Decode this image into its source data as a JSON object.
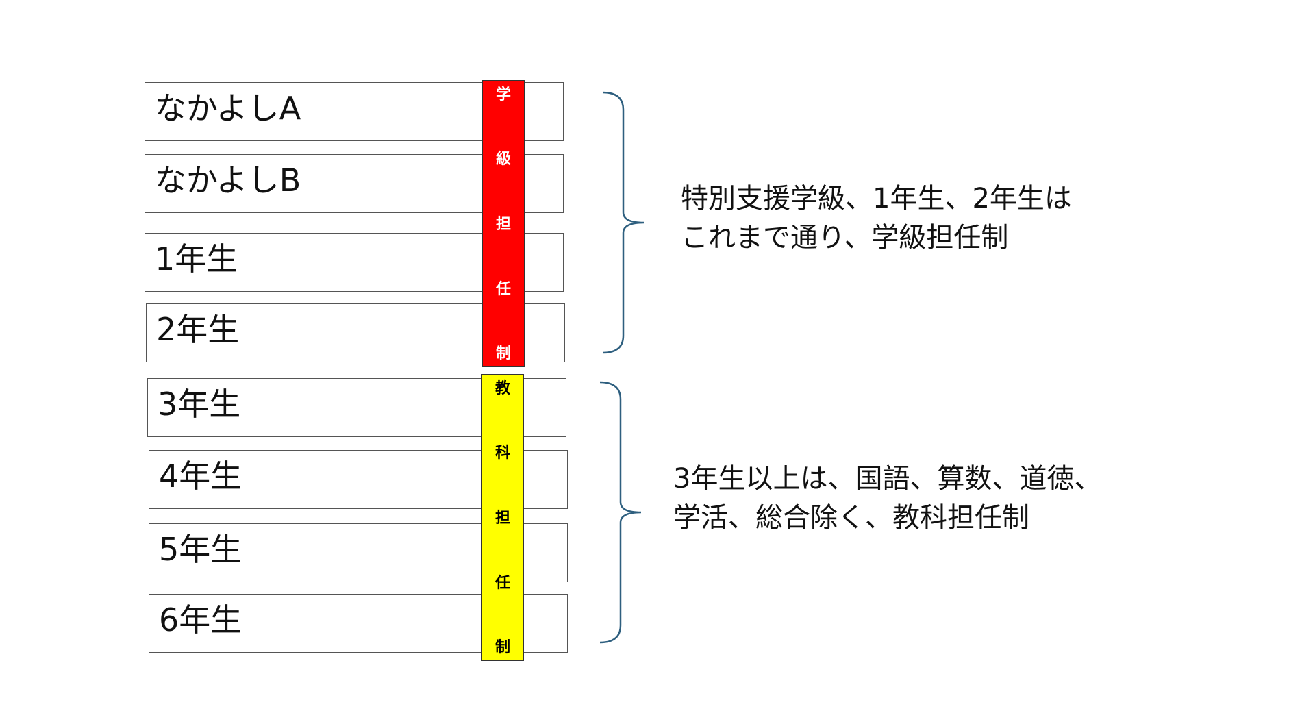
{
  "classes": [
    {
      "label": "なかよしA"
    },
    {
      "label": "なかよしB"
    },
    {
      "label": "1年生"
    },
    {
      "label": "2年生"
    },
    {
      "label": "3年生"
    },
    {
      "label": "4年生"
    },
    {
      "label": "5年生"
    },
    {
      "label": "6年生"
    }
  ],
  "bars": {
    "homeroom": {
      "chars": [
        "学",
        "級",
        "担",
        "任",
        "制"
      ],
      "fill": "#ff0000",
      "text_color": "#ffffff"
    },
    "subject": {
      "chars": [
        "教",
        "科",
        "担",
        "任",
        "制"
      ],
      "fill": "#ffff00",
      "text_color": "#000000"
    }
  },
  "notes": {
    "homeroom": {
      "line1": "特別支援学級、1年生、2年生は",
      "line2": "これまで通り、学級担任制"
    },
    "subject": {
      "line1": "3年生以上は、国語、算数、道徳、",
      "line2": "学活、総合除く、教科担任制"
    }
  },
  "colors": {
    "bracket": "#2e5f7f"
  }
}
